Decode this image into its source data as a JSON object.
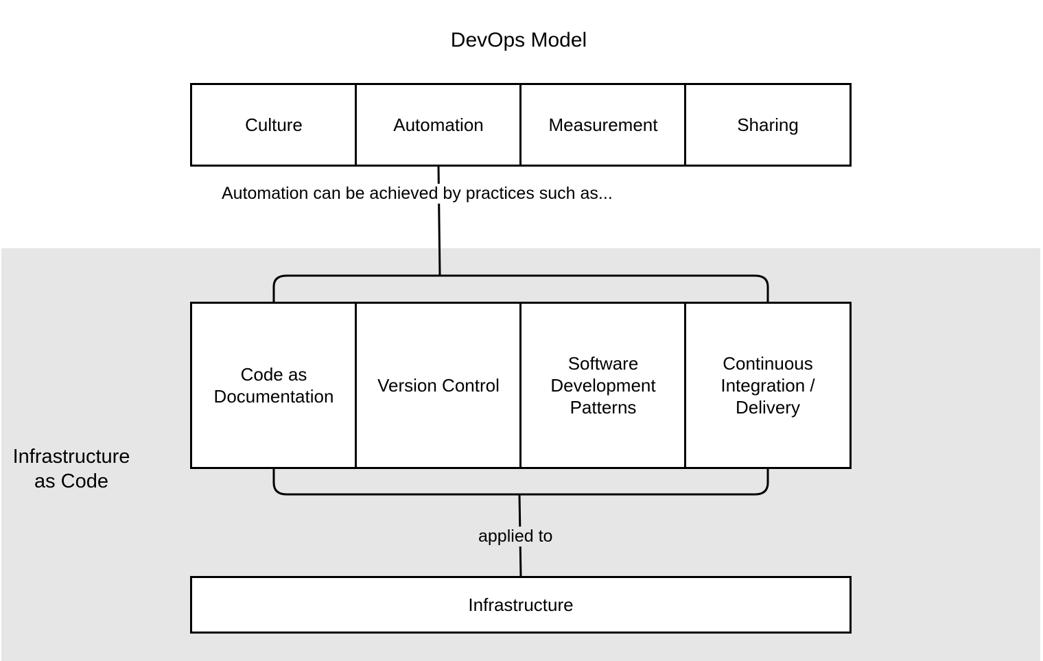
{
  "diagram": {
    "title": "DevOps Model",
    "pillars": [
      {
        "label": "Culture"
      },
      {
        "label": "Automation"
      },
      {
        "label": "Measurement"
      },
      {
        "label": "Sharing"
      }
    ],
    "automation_note": "Automation can be achieved by practices such as...",
    "region": {
      "label": "Infrastructure as Code"
    },
    "practices": [
      {
        "label": "Code as Documentation"
      },
      {
        "label": "Version Control"
      },
      {
        "label": "Software Development Patterns"
      },
      {
        "label": "Continuous Integration / Delivery"
      }
    ],
    "applied_label": "applied to",
    "target": {
      "label": "Infrastructure"
    },
    "colors": {
      "region_fill": "#e6e6e6",
      "box_fill": "#ffffff",
      "stroke": "#000000"
    }
  }
}
